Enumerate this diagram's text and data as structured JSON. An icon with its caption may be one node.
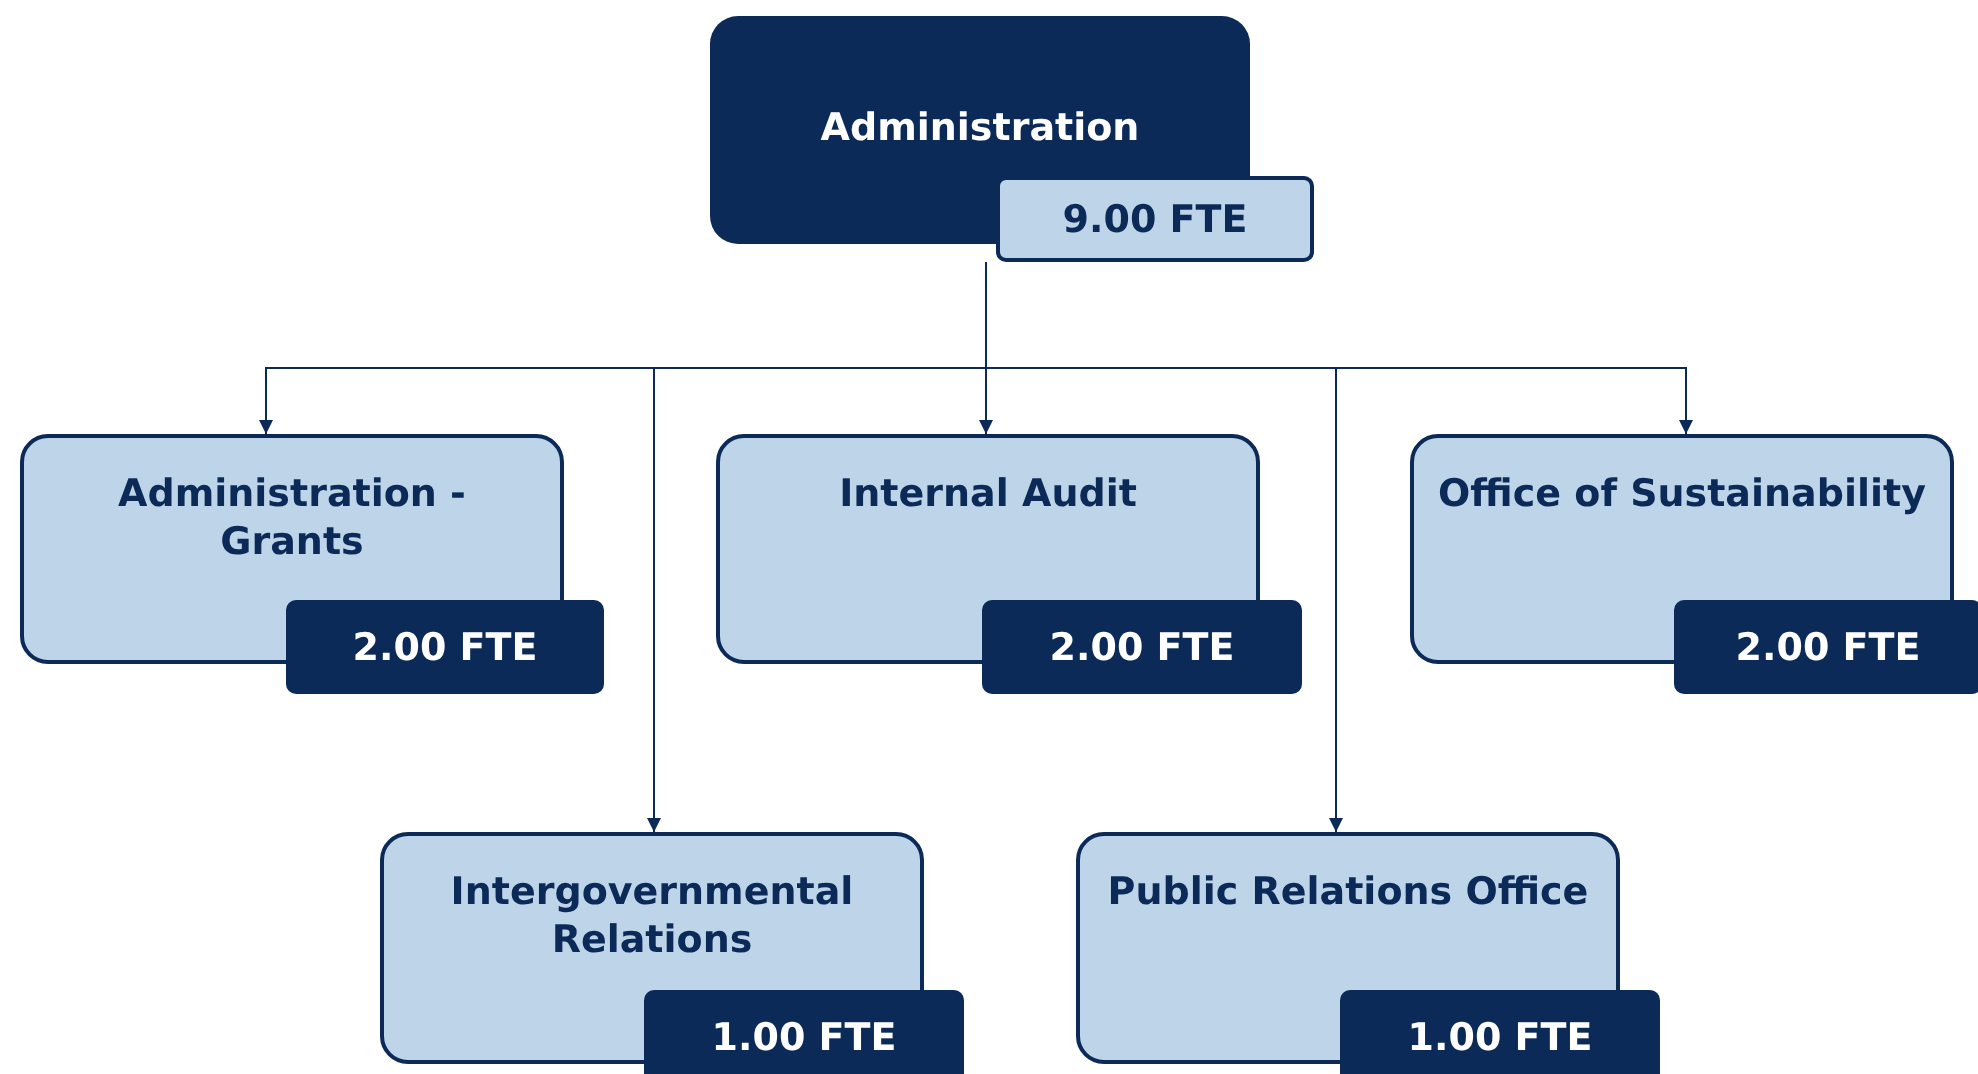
{
  "diagram": {
    "nodes": [
      {
        "text": [
          "Administration",
          "9.00 FTE"
        ]
      },
      {
        "text": [
          "Administration - Grants",
          "2.00 FTE"
        ]
      },
      {
        "text": [
          "Internal Audit",
          "2.00 FTE"
        ]
      },
      {
        "text": [
          "Office of Sustainability",
          "2.00 FTE"
        ]
      },
      {
        "text": [
          "Intergovernmental Relations",
          "1.00 FTE"
        ]
      },
      {
        "text": [
          "Public Relations Office",
          "1.00 FTE"
        ]
      }
    ],
    "edges": [
      {
        "from": 0,
        "to": 1,
        "arrow": "to"
      },
      {
        "from": 0,
        "to": 4,
        "arrow": "to"
      },
      {
        "from": 0,
        "to": 2,
        "arrow": "to"
      },
      {
        "from": 0,
        "to": 5,
        "arrow": "to"
      },
      {
        "from": 0,
        "to": 3,
        "arrow": "to"
      }
    ]
  }
}
